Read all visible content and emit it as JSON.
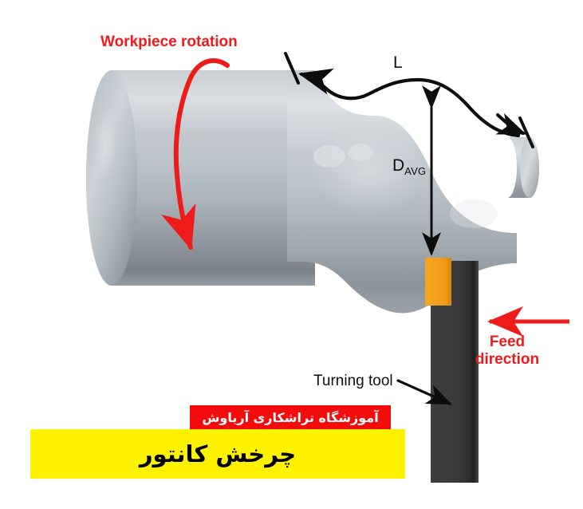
{
  "diagram": {
    "title": "Contour turning operation diagram",
    "labels": {
      "workpiece_rotation": "Workpiece rotation",
      "feed_direction": "Feed\ndirection",
      "turning_tool": "Turning tool",
      "length": "L",
      "diameter_main": "D",
      "diameter_sub": "AVG"
    },
    "icons": {
      "rotation_arrow": "curved-rotation-arrow-icon",
      "feed_arrow": "left-arrow-icon",
      "tool_pointer": "pointer-arrow-icon",
      "length_dimension": "dimension-arrow-icon",
      "diameter_dimension": "double-headed-arrow-icon"
    },
    "colors": {
      "rotation_arrow": "#ee1b1b",
      "feed_arrow": "#ee1b1b",
      "workpiece_light": "#d8dde1",
      "workpiece_mid": "#b2b9bf",
      "workpiece_dark": "#7e858c",
      "tool_shank": "#3c3c3c",
      "tool_insert": "#f5a11e",
      "annotation": "#0d0d0d",
      "banner_red": "#f40b0b",
      "banner_yellow": "#fff200"
    }
  },
  "banners": {
    "school": "آموزشگاه تراشکاری آریاوش",
    "title": "چرخش کانتور"
  }
}
